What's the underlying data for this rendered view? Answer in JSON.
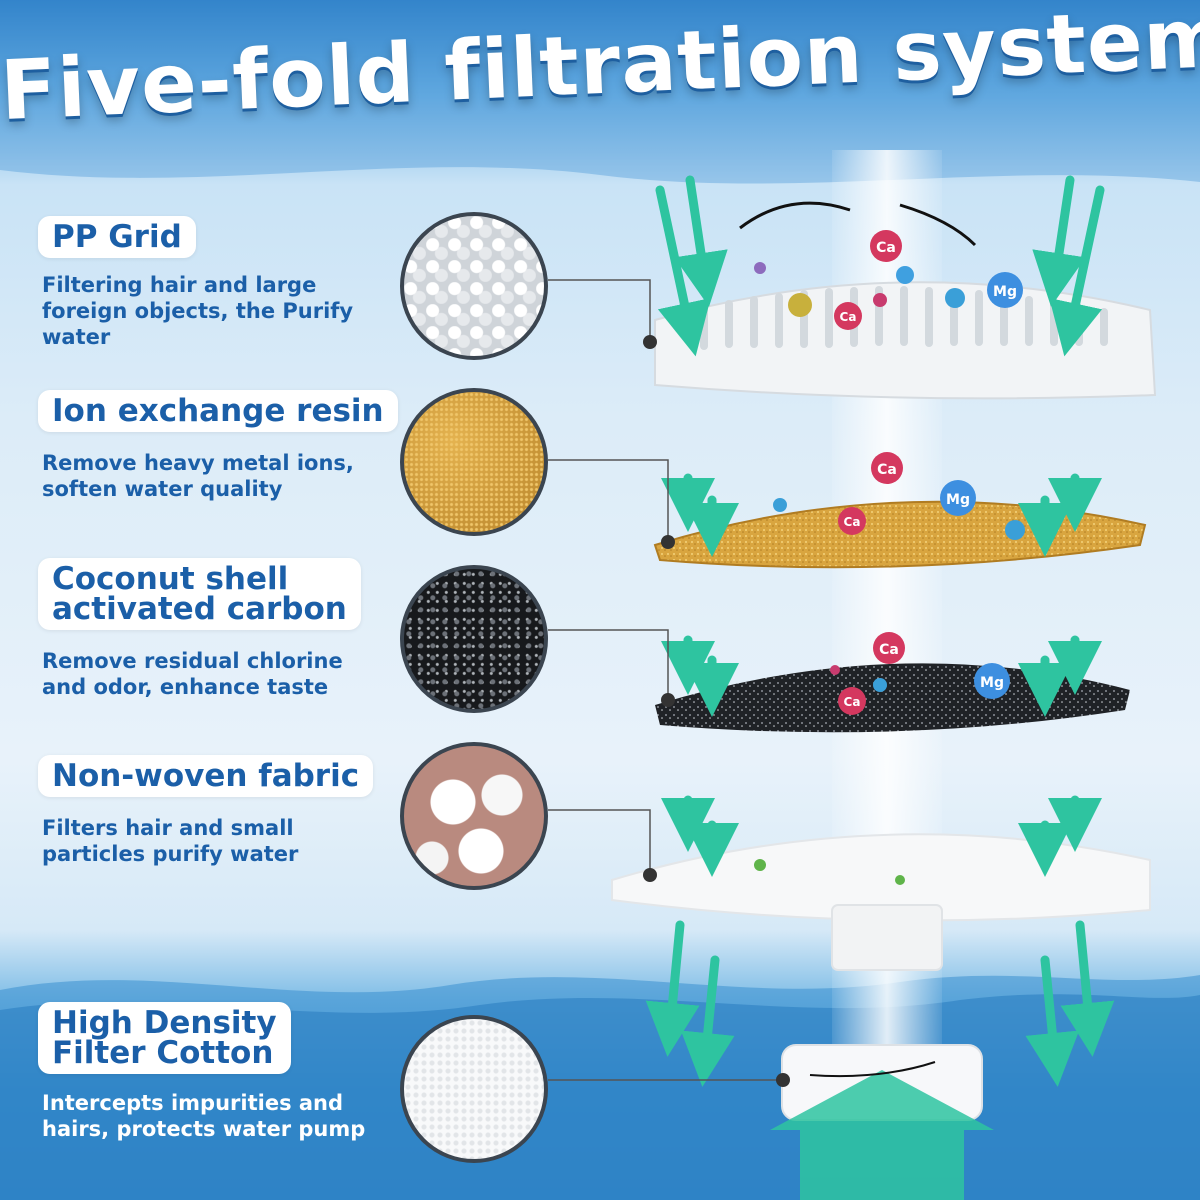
{
  "title": "Five-fold filtration system",
  "icons": {
    "ion_labels": [
      "Ca",
      "Mg"
    ]
  },
  "layers": [
    {
      "name": "PP Grid",
      "lines": [
        "Filtering hair and large",
        "foreign objects, the Purify",
        "water"
      ]
    },
    {
      "name": "Ion exchange resin",
      "lines": [
        "Remove heavy metal ions,",
        "soften water quality"
      ]
    },
    {
      "name_lines": [
        "Coconut shell",
        "activated carbon"
      ],
      "lines": [
        "Remove residual chlorine",
        "and odor, enhance taste"
      ]
    },
    {
      "name": "Non-woven fabric",
      "lines": [
        "Filters hair and small",
        "particles purify water"
      ]
    },
    {
      "name_lines": [
        "High Density",
        "Filter Cotton"
      ],
      "lines": [
        "Intercepts impurities and",
        "hairs, protects water pump"
      ]
    }
  ],
  "colors": {
    "label_text": "#1b5fa8",
    "arrow": "#2ec4a0",
    "resin": "#d9a53f",
    "carbon": "#1f2226"
  }
}
